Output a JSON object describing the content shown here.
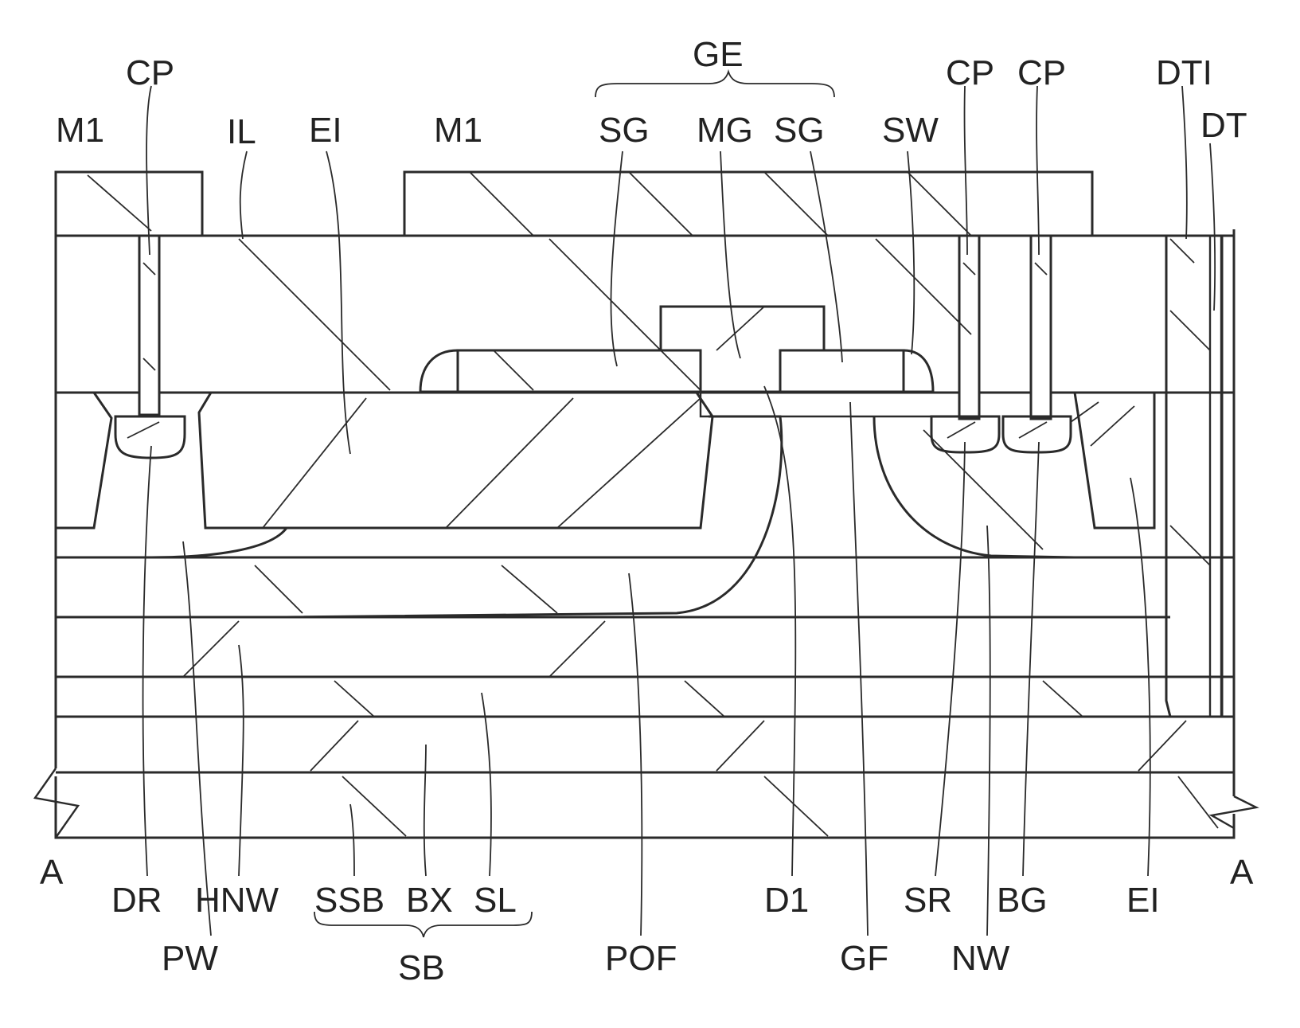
{
  "labels": {
    "CP1": "CP",
    "M1a": "M1",
    "IL": "IL",
    "EI1": "EI",
    "M1b": "M1",
    "GE": "GE",
    "SG1": "SG",
    "MG": "MG",
    "SG2": "SG",
    "SW": "SW",
    "CP2": "CP",
    "CP3": "CP",
    "DTI": "DTI",
    "DT": "DT",
    "A1": "A",
    "A2": "A",
    "DR": "DR",
    "HNW": "HNW",
    "SSB": "SSB",
    "BX": "BX",
    "SL": "SL",
    "PW": "PW",
    "SB": "SB",
    "POF": "POF",
    "D1": "D1",
    "GF": "GF",
    "SR": "SR",
    "NW": "NW",
    "BG": "BG",
    "EI2": "EI"
  }
}
